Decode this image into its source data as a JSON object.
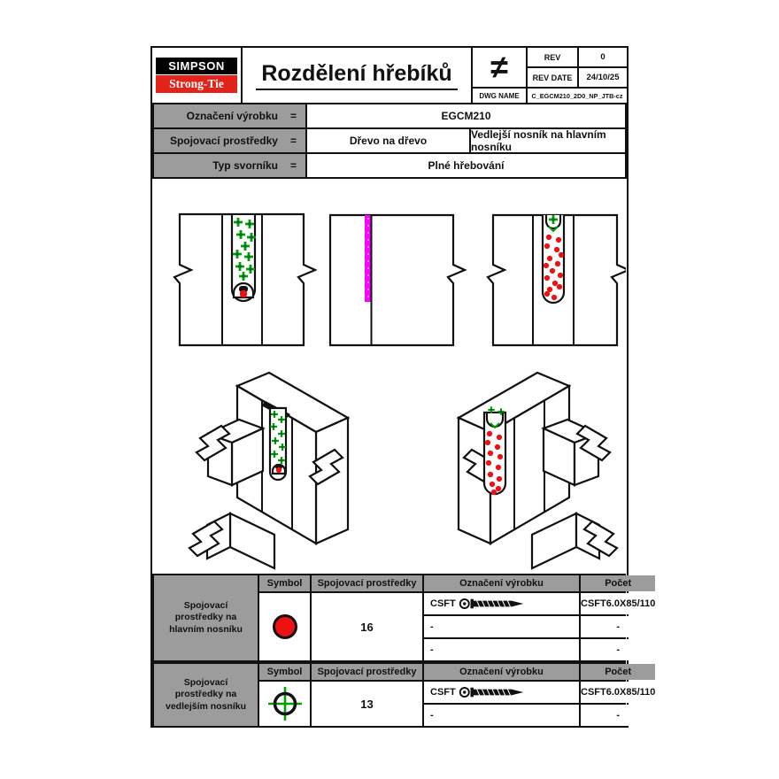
{
  "title_block": {
    "logo_line1": "SIMPSON",
    "logo_line2": "Strong-Tie",
    "title": "Rozdělení hřebíků",
    "logo_symbol": "≠",
    "rev_label": "REV",
    "rev_value": "0",
    "rev_date_label": "REV DATE",
    "rev_date_value": "24/10/25",
    "dwg_name_label": "DWG NAME",
    "dwg_name_value": "C_EGCM210_2D0_NP_JTB-cz"
  },
  "info_table": {
    "rows": [
      {
        "label": "Označení výrobku",
        "eq": "=",
        "value1": "EGCM210"
      },
      {
        "label": "Spojovací prostředky",
        "eq": "=",
        "value1": "Dřevo na dřevo",
        "value2": "Vedlejší nosník na hlavním nosníku"
      },
      {
        "label": "Typ svorníku",
        "eq": "=",
        "value1": "Plné hřebování"
      }
    ]
  },
  "fastener_tables": [
    {
      "row_label": "Spojovací prostředky na hlavním nosníku",
      "headers": [
        "Symbol",
        "Spojovací prostředky",
        "Označení výrobku",
        "Počet"
      ],
      "symbol": "red-filled-circle",
      "rows": [
        {
          "fastener": "CSFT",
          "product": "CSFT6.0X85/110"
        },
        {
          "fastener": "-",
          "product": "-"
        },
        {
          "fastener": "-",
          "product": "-"
        }
      ],
      "count": "16"
    },
    {
      "row_label": "Spojovací prostředky na vedlejším nosníku",
      "headers": [
        "Symbol",
        "Spojovací prostředky",
        "Označení výrobku",
        "Počet"
      ],
      "symbol": "green-crosshair-circle",
      "rows": [
        {
          "fastener": "CSFT",
          "product": "CSFT6.0X85/110"
        },
        {
          "fastener": "-",
          "product": "-"
        }
      ],
      "count": "13"
    }
  ],
  "colors": {
    "main_beam_fastener": "#ee1111",
    "secondary_beam_fastener": "#00a000",
    "hanger_edge": "#ff00ff",
    "logo_red": "#e2231a",
    "table_grey": "#9c9c9c"
  }
}
